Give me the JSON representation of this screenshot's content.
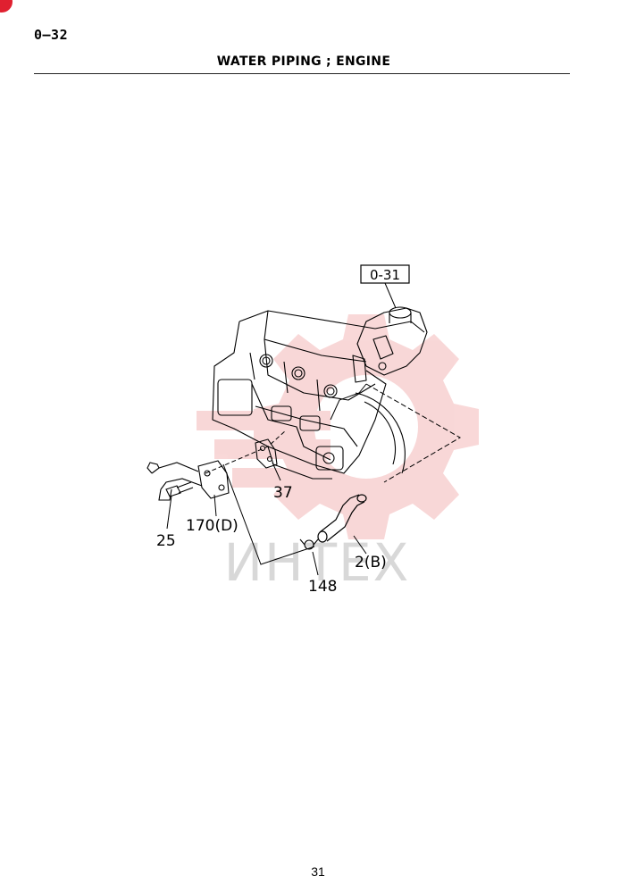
{
  "page": {
    "code": "0—32",
    "title": "WATER PIPING ; ENGINE",
    "number": "31"
  },
  "diagram": {
    "reference_box": "0-31",
    "callouts": {
      "c37": "37",
      "c170": "170(D)",
      "c25": "25",
      "c148": "148",
      "c2": "2(B)"
    },
    "watermark_text": "ИНТЕХ"
  },
  "colors": {
    "watermark": "#f4b8b8",
    "watermark_text": "#d8d8d8",
    "corner_mark": "#e02030",
    "line_art": "#000000"
  }
}
